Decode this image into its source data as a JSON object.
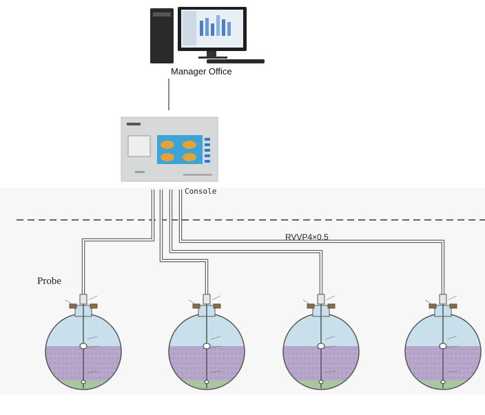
{
  "labels": {
    "manager_office": "Manager Office",
    "console": "Console",
    "cable": "RVVP4×0.5",
    "probe": "Probe"
  },
  "tanks": [
    {
      "id": 1
    },
    {
      "id": 2
    },
    {
      "id": 3
    },
    {
      "id": 4
    }
  ],
  "colors": {
    "tank_vapor": "#c7e0ec",
    "tank_liquid": "#b9a6cb",
    "tank_water": "#a8c7a0",
    "cable": "#666666",
    "console_body": "#d6d8d9",
    "console_screen": "#3ea3d6"
  },
  "icons": {
    "computer": "desktop-computer-icon",
    "console": "tank-gauge-console-icon",
    "tank": "spherical-tank-icon"
  }
}
